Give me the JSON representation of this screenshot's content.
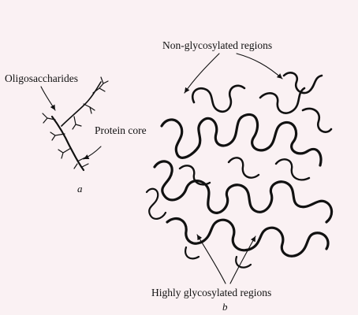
{
  "labels": {
    "oligosaccharides": "Oligosaccharides",
    "protein_core": "Protein core",
    "panel_a": "a",
    "non_glycosylated": "Non-glycosylated regions",
    "highly_glycosylated": "Highly glycosylated regions",
    "panel_b": "b"
  },
  "colors": {
    "background": "#faf1f3",
    "ink": "#111111"
  }
}
